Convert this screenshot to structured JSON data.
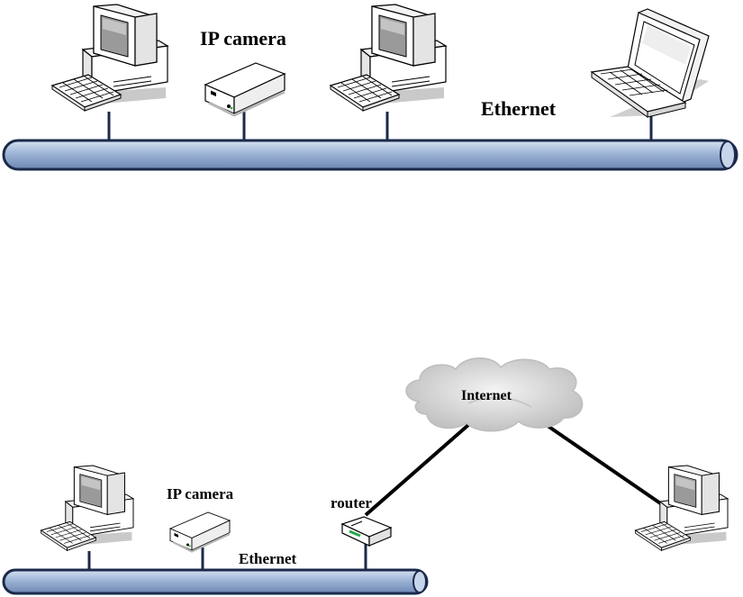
{
  "diagram_top": {
    "camera_label": "IP camera",
    "network_label": "Ethernet"
  },
  "diagram_bottom": {
    "camera_label": "IP camera",
    "network_label": "Ethernet",
    "router_label": "router",
    "cloud_label": "Internet"
  },
  "colors": {
    "bus_fill": "#9db4d6",
    "bus_stroke": "#1b2a4a",
    "link": "#1b2a4a",
    "device_fill": "#ffffff",
    "device_stroke": "#000000",
    "screen_fill": "#9a9a9a",
    "cloud_fill": "#d8d8d8"
  }
}
